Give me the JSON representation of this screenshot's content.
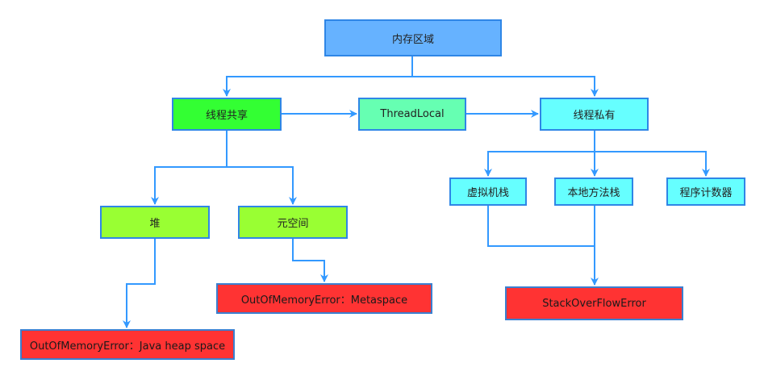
{
  "colors": {
    "root": "#66b2ff",
    "shared": "#33ff33",
    "threadlocal": "#66ffb2",
    "private": "#66ffff",
    "heap_area": "#99ff33",
    "error": "#ff3333",
    "line": "#3399ff",
    "border": "#2f86e6"
  },
  "nodes": {
    "root": "内存区域",
    "shared": "线程共享",
    "threadlocal": "ThreadLocal",
    "private": "线程私有",
    "heap": "堆",
    "metaspace": "元空间",
    "vm_stack": "虚拟机栈",
    "native_stack": "本地方法栈",
    "pc_register": "程序计数器",
    "oom_heap": "OutOfMemoryError：Java heap space",
    "oom_metaspace": "OutOfMemoryError：Metaspace",
    "stack_overflow": "StackOverFlowError"
  }
}
